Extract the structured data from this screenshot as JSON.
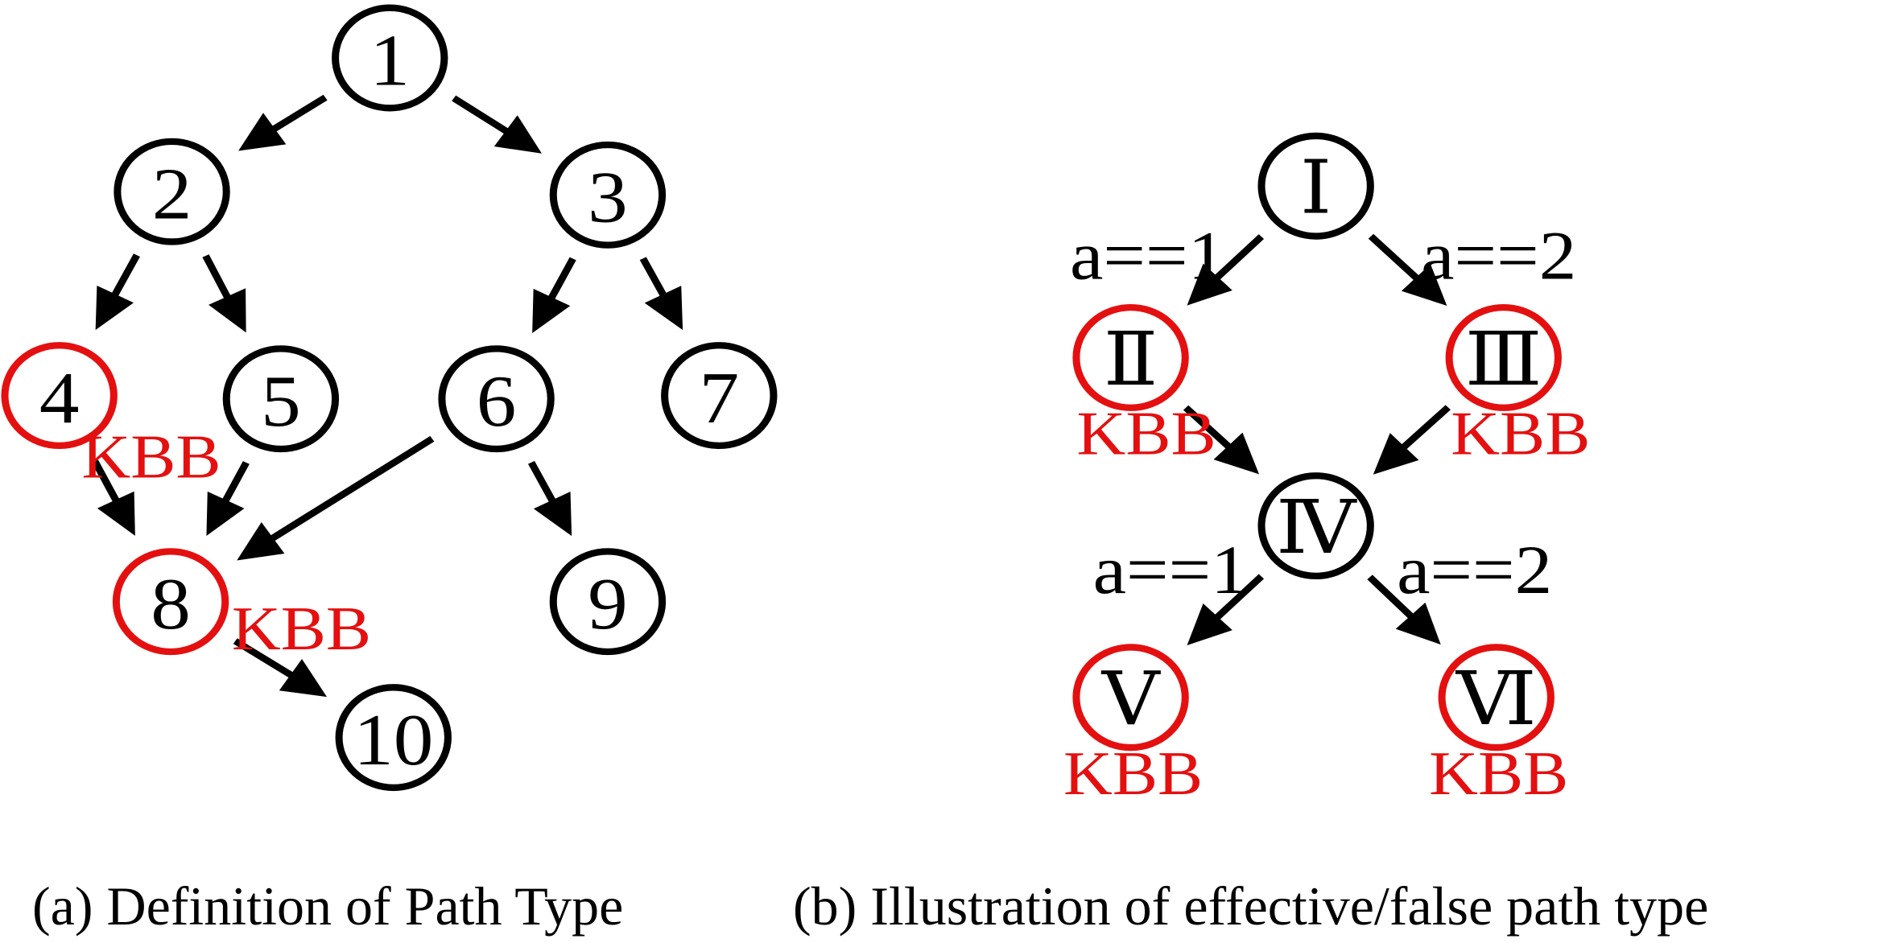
{
  "colors": {
    "normal": "#000000",
    "kbb": "#e41010"
  },
  "panel_a": {
    "caption": "(a) Definition of Path Type",
    "nodes": [
      {
        "id": "1",
        "label": "1",
        "kbb": false
      },
      {
        "id": "2",
        "label": "2",
        "kbb": false
      },
      {
        "id": "3",
        "label": "3",
        "kbb": false
      },
      {
        "id": "4",
        "label": "4",
        "kbb": true
      },
      {
        "id": "5",
        "label": "5",
        "kbb": false
      },
      {
        "id": "6",
        "label": "6",
        "kbb": false
      },
      {
        "id": "7",
        "label": "7",
        "kbb": false
      },
      {
        "id": "8",
        "label": "8",
        "kbb": true
      },
      {
        "id": "9",
        "label": "9",
        "kbb": false
      },
      {
        "id": "10",
        "label": "10",
        "kbb": false
      }
    ],
    "edges": [
      {
        "from": "1",
        "to": "2"
      },
      {
        "from": "1",
        "to": "3"
      },
      {
        "from": "2",
        "to": "4"
      },
      {
        "from": "2",
        "to": "5"
      },
      {
        "from": "3",
        "to": "6"
      },
      {
        "from": "3",
        "to": "7"
      },
      {
        "from": "4",
        "to": "8"
      },
      {
        "from": "5",
        "to": "8"
      },
      {
        "from": "6",
        "to": "8"
      },
      {
        "from": "6",
        "to": "9"
      },
      {
        "from": "8",
        "to": "10"
      }
    ],
    "kbb_text": "KBB"
  },
  "panel_b": {
    "caption": "(b) Illustration of effective/false path type",
    "nodes": [
      {
        "id": "I",
        "label": "Ⅰ",
        "kbb": false
      },
      {
        "id": "II",
        "label": "Ⅱ",
        "kbb": true
      },
      {
        "id": "III",
        "label": "Ⅲ",
        "kbb": true
      },
      {
        "id": "IV",
        "label": "Ⅳ",
        "kbb": false
      },
      {
        "id": "V",
        "label": "Ⅴ",
        "kbb": true
      },
      {
        "id": "VI",
        "label": "Ⅵ",
        "kbb": true
      }
    ],
    "edges": [
      {
        "from": "I",
        "to": "II",
        "label": "a==1"
      },
      {
        "from": "I",
        "to": "III",
        "label": "a==2"
      },
      {
        "from": "II",
        "to": "IV",
        "label": ""
      },
      {
        "from": "III",
        "to": "IV",
        "label": ""
      },
      {
        "from": "IV",
        "to": "V",
        "label": "a==1"
      },
      {
        "from": "IV",
        "to": "VI",
        "label": "a==2"
      }
    ],
    "kbb_text": "KBB"
  }
}
